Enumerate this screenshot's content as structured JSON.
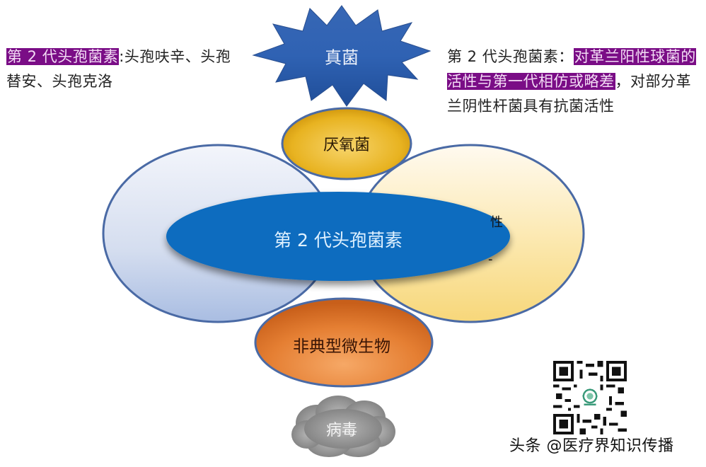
{
  "notes": {
    "left": {
      "highlight": "第 2 代头孢菌素",
      "text": ":头孢呋辛、头孢替安、头孢克洛"
    },
    "right": {
      "prefix": "第 2 代头孢菌素：",
      "highlight": "对革兰阳性球菌的活性与第一代相仿或略差",
      "suffix": "，对部分革兰阴性杆菌具有抗菌活性"
    }
  },
  "shapes": {
    "fungi": {
      "label": "真菌",
      "shape": "star",
      "color": "#2f5fae"
    },
    "anaerobes": {
      "label": "厌氧菌",
      "shape": "ellipse",
      "color": "#e3a712"
    },
    "left_lobe": {
      "label": "",
      "shape": "ellipse",
      "color": "#c9d6ee"
    },
    "right_lobe": {
      "label": "",
      "shape": "ellipse",
      "color": "#fbe3a0",
      "hidden_text_fragments": [
        "性",
        "-"
      ]
    },
    "center": {
      "label": "第 2 代头孢菌素",
      "shape": "ellipse",
      "color": "#0a6cbf"
    },
    "atypical": {
      "label": "非典型微生物",
      "shape": "ellipse",
      "color": "#e07a2e"
    },
    "virus": {
      "label": "病毒",
      "shape": "cloud",
      "color": "#8a8a8a"
    }
  },
  "colors": {
    "highlight_bg": "#7a0d86",
    "highlight_text": "#f3dcf5",
    "outline": "#4a6aa5"
  },
  "watermark": {
    "text": "头条 @医疗界知识传播",
    "qr_code": "qr-code-icon"
  }
}
